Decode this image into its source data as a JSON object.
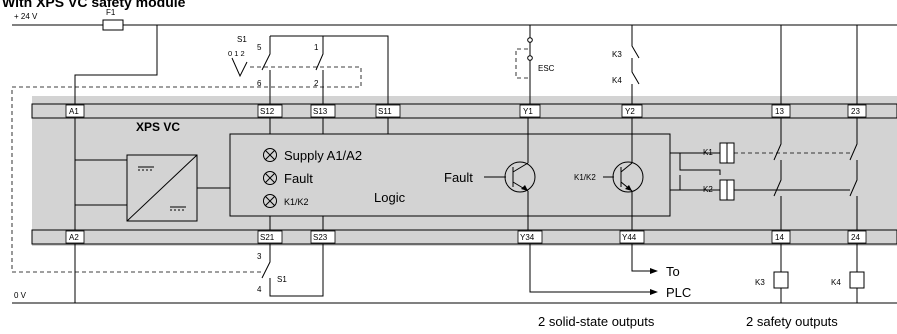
{
  "title": "With XPS VC safety module",
  "supply": {
    "plus": "+ 24 V",
    "zero": "0 V",
    "fuse": "F1"
  },
  "module": {
    "name": "XPS VC"
  },
  "top_terminals": [
    "A1",
    "S12",
    "S13",
    "S11",
    "Y1",
    "Y2",
    "13",
    "23"
  ],
  "bottom_terminals": [
    "A2",
    "S21",
    "S23",
    "Y34",
    "Y44",
    "14",
    "24"
  ],
  "switch_s1": {
    "label": "S1",
    "positions": "0 1 2",
    "contacts": [
      "5",
      "6",
      "1",
      "2",
      "3",
      "4"
    ]
  },
  "esc": {
    "label": "ESC"
  },
  "feedback": {
    "k3": "K3",
    "k4": "K4"
  },
  "logic": {
    "leds": [
      "Supply A1/A2",
      "Fault",
      "K1/K2"
    ],
    "logic_label": "Logic",
    "fault_label": "Fault",
    "k1k2_label": "K1/K2"
  },
  "relays": {
    "k1": "K1",
    "k2": "K2"
  },
  "outputs": {
    "to": "To",
    "plc": "PLC"
  },
  "footer": {
    "solid_state": "2 solid-state outputs",
    "safety": "2 safety outputs"
  }
}
